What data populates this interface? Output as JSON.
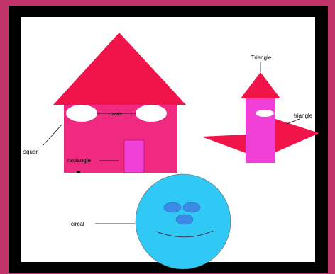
{
  "labels": {
    "house_window": "ovals",
    "house_wall": "squar",
    "house_door": "rectangle",
    "rocket_top": "Triangle",
    "rocket_side": "triangle",
    "face": "circal"
  },
  "colors": {
    "outer_border": "#c2336a",
    "frame": "#000000",
    "canvas": "#ffffff",
    "roof_red": "#f0144a",
    "wall_pink": "#f02a80",
    "door_magenta": "#f040d8",
    "face_cyan": "#30c8f4",
    "face_blue": "#3d8ae6"
  }
}
